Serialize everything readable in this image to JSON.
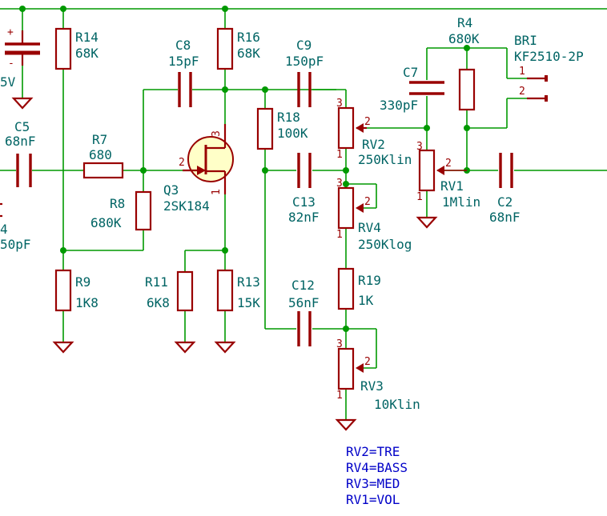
{
  "components": {
    "r14": {
      "ref": "R14",
      "val": "68K"
    },
    "r16": {
      "ref": "R16",
      "val": "68K"
    },
    "r18": {
      "ref": "R18",
      "val": "100K"
    },
    "r4": {
      "ref": "R4",
      "val": "680K"
    },
    "r7": {
      "ref": "R7",
      "val": "680"
    },
    "r8": {
      "ref": "R8",
      "val": "680K"
    },
    "r9": {
      "ref": "R9",
      "val": "1K8"
    },
    "r11": {
      "ref": "R11",
      "val": "6K8"
    },
    "r13": {
      "ref": "R13",
      "val": "15K"
    },
    "r19": {
      "ref": "R19",
      "val": "1K"
    },
    "c5": {
      "ref": "C5",
      "val": "68nF"
    },
    "c8": {
      "ref": "C8",
      "val": "15pF"
    },
    "c9": {
      "ref": "C9",
      "val": "150pF"
    },
    "c7": {
      "ref": "C7",
      "val": "330pF"
    },
    "c13": {
      "ref": "C13",
      "val": "82nF"
    },
    "c12": {
      "ref": "C12",
      "val": "56nF"
    },
    "c2": {
      "ref": "C2",
      "val": "68nF"
    },
    "q3": {
      "ref": "Q3",
      "val": "2SK184"
    },
    "rv2": {
      "ref": "RV2",
      "val": "250Klin"
    },
    "rv4": {
      "ref": "RV4",
      "val": "250Klog"
    },
    "rv3": {
      "ref": "RV3",
      "val": "10Klin"
    },
    "rv1": {
      "ref": "RV1",
      "val": "1Mlin"
    },
    "bri": {
      "ref": "BRI",
      "val": "KF2510-2P"
    }
  },
  "partial": {
    "supply_val": "5V",
    "left_ref": "4",
    "left_val": "50pF"
  },
  "pins": {
    "p1": "1",
    "p2": "2",
    "p3": "3",
    "plus": "+",
    "minus": "-"
  },
  "notes": [
    "RV2=TRE",
    "RV4=BASS",
    "RV3=MED",
    "RV1=VOL"
  ],
  "colors": {
    "wire": "#009900",
    "component": "#990000",
    "label": "#006464",
    "note": "#0000c8",
    "component_fill": "#ffffc8"
  }
}
